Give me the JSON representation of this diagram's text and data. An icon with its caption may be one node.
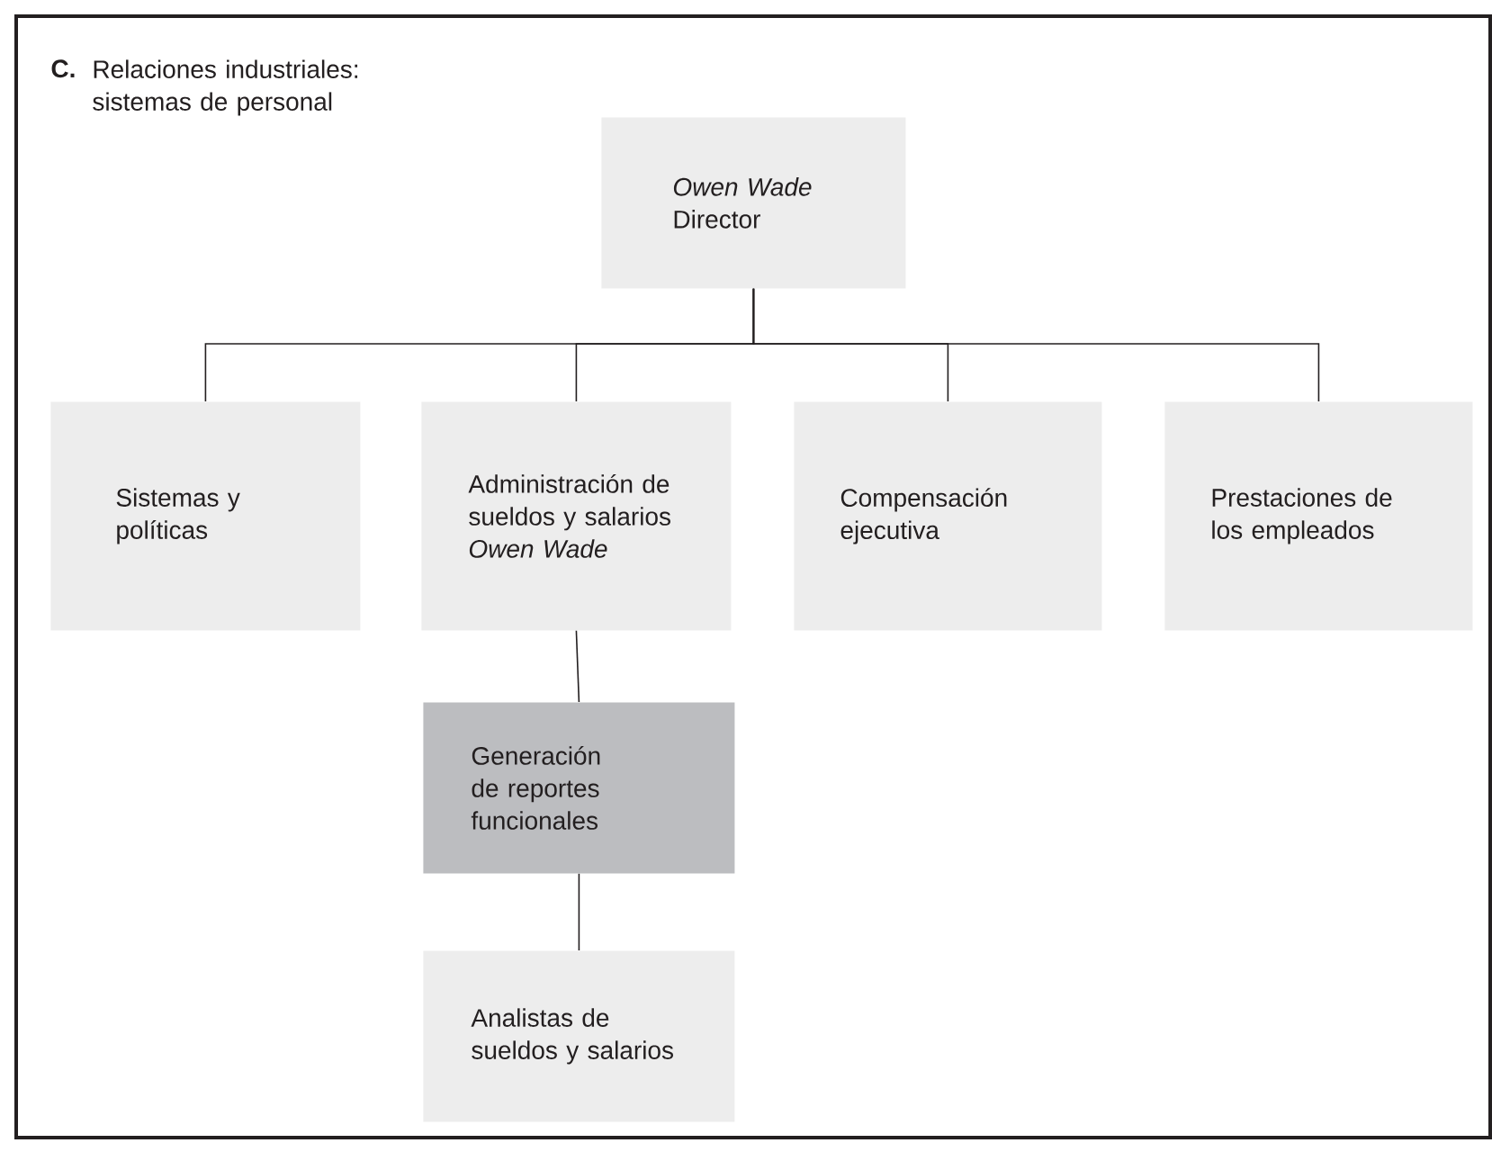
{
  "diagram": {
    "title": "Relaciones industriales: sistemas de personal",
    "nodes": [
      {
        "text": [
          "*Owen Wade* Director"
        ]
      },
      {
        "text": [
          "Sistemas y políticas"
        ]
      },
      {
        "text": [
          "Administración de sueldos y salarios *Owen Wade*"
        ]
      },
      {
        "text": [
          "Compensación ejecutiva"
        ]
      },
      {
        "text": [
          "Prestaciones de los empleados"
        ]
      },
      {
        "text": [
          "Generación de reportes funcionales"
        ]
      },
      {
        "text": [
          "Analistas de sueldos y salarios"
        ]
      }
    ],
    "edges": [
      {
        "from": 0,
        "to": 1,
        "arrow": "none"
      },
      {
        "from": 0,
        "to": 2,
        "arrow": "none"
      },
      {
        "from": 0,
        "to": 3,
        "arrow": "none"
      },
      {
        "from": 0,
        "to": 4,
        "arrow": "none"
      },
      {
        "from": 2,
        "to": 5,
        "arrow": "none"
      },
      {
        "from": 5,
        "to": 6,
        "arrow": "none"
      }
    ],
    "labels": [
      "C."
    ]
  }
}
